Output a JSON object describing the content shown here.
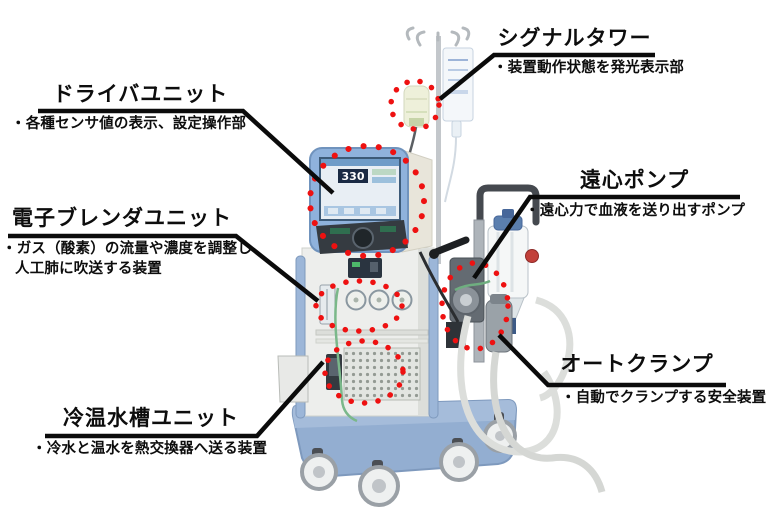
{
  "figure": {
    "background": "#ffffff",
    "callout_line_color": "#0b0b0b",
    "highlight_dot_color": "#ee1111",
    "device_frame_color": "#8fb2dc",
    "device_body_color": "#edeeec",
    "device_base_color": "#93aed1"
  },
  "callouts": [
    {
      "id": "driver-unit",
      "title": "ドライバユニット",
      "desc": [
        "・各種センサ値の表示、設定操作部"
      ]
    },
    {
      "id": "signal-tower",
      "title": "シグナルタワー",
      "desc": [
        "・装置動作状態を発光表示部"
      ]
    },
    {
      "id": "electronic-blender-unit",
      "title": "電子ブレンダユニット",
      "desc": [
        "・ガス（酸素）の流量や濃度を調整し",
        "人工肺に吹送する装置"
      ]
    },
    {
      "id": "centrifugal-pump",
      "title": "遠心ポンプ",
      "desc": [
        "・遠心力で血液を送り出すポンプ"
      ]
    },
    {
      "id": "auto-clamp",
      "title": "オートクランプ",
      "desc": [
        "・自動でクランプする安全装置"
      ]
    },
    {
      "id": "cold-warm-water-tank-unit",
      "title": "冷温水槽ユニット",
      "desc": [
        "・冷水と温水を熱交換器へ送る装置"
      ]
    }
  ],
  "device": {
    "screen_value": "330"
  }
}
